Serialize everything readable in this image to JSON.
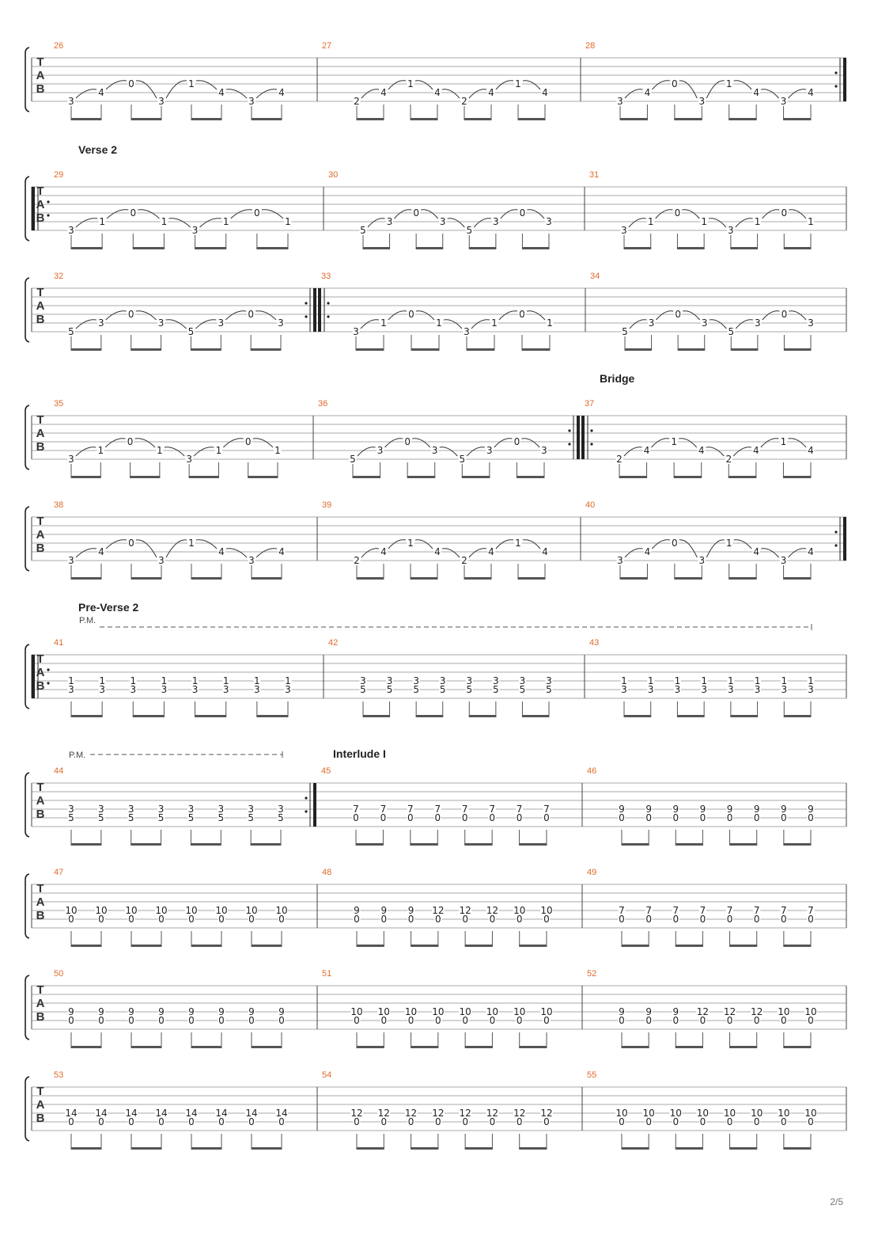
{
  "page_number": "2/5",
  "tab_clef": [
    "T",
    "A",
    "B"
  ],
  "rows": [
    {
      "measures": [
        {
          "num": "26",
          "start": "",
          "end": "",
          "pattern": "p1"
        },
        {
          "num": "27",
          "start": "",
          "end": "",
          "pattern": "p2"
        },
        {
          "num": "28",
          "start": "",
          "end": "repeat_end",
          "pattern": "p1"
        }
      ]
    },
    {
      "section": "Verse 2",
      "measures": [
        {
          "num": "29",
          "start": "repeat_start",
          "end": "",
          "pattern": "p3"
        },
        {
          "num": "30",
          "start": "",
          "end": "",
          "pattern": "p4"
        },
        {
          "num": "31",
          "start": "",
          "end": "",
          "pattern": "p3"
        }
      ]
    },
    {
      "measures": [
        {
          "num": "32",
          "start": "",
          "end": "repeat_end",
          "pattern": "p4"
        },
        {
          "num": "33",
          "start": "repeat_start",
          "end": "",
          "pattern": "p3"
        },
        {
          "num": "34",
          "start": "",
          "end": "",
          "pattern": "p4"
        }
      ]
    },
    {
      "section": "Bridge",
      "section_measure": 2,
      "measures": [
        {
          "num": "35",
          "start": "",
          "end": "",
          "pattern": "p3"
        },
        {
          "num": "36",
          "start": "",
          "end": "repeat_end",
          "pattern": "p4"
        },
        {
          "num": "37",
          "start": "repeat_start",
          "end": "",
          "pattern": "p2"
        }
      ]
    },
    {
      "measures": [
        {
          "num": "38",
          "start": "",
          "end": "",
          "pattern": "p1"
        },
        {
          "num": "39",
          "start": "",
          "end": "",
          "pattern": "p2"
        },
        {
          "num": "40",
          "start": "",
          "end": "repeat_end",
          "pattern": "p1"
        }
      ]
    },
    {
      "section": "Pre-Verse 2",
      "pm": "P.M.",
      "measures": [
        {
          "num": "41",
          "start": "repeat_start",
          "end": "",
          "chord": [
            "1",
            "3"
          ]
        },
        {
          "num": "42",
          "start": "",
          "end": "",
          "chord": [
            "3",
            "5"
          ]
        },
        {
          "num": "43",
          "start": "",
          "end": "",
          "chord": [
            "1",
            "3"
          ]
        }
      ]
    },
    {
      "section": "Interlude I",
      "section_measure": 1,
      "pm": "P.M.",
      "measures": [
        {
          "num": "44",
          "start": "",
          "end": "repeat_end",
          "chord": [
            "3",
            "5"
          ]
        },
        {
          "num": "45",
          "start": "",
          "end": "",
          "chord": [
            "7",
            "0"
          ]
        },
        {
          "num": "46",
          "start": "",
          "end": "",
          "chord": [
            "9",
            "0"
          ]
        }
      ]
    },
    {
      "measures": [
        {
          "num": "47",
          "start": "",
          "end": "",
          "chord": [
            "10",
            "0"
          ]
        },
        {
          "num": "48",
          "start": "",
          "end": "",
          "chords": [
            [
              "9",
              "0"
            ],
            [
              "9",
              "0"
            ],
            [
              "9",
              "0"
            ],
            [
              "12",
              "0"
            ],
            [
              "12",
              "0"
            ],
            [
              "12",
              "0"
            ],
            [
              "10",
              "0"
            ],
            [
              "10",
              "0"
            ]
          ]
        },
        {
          "num": "49",
          "start": "",
          "end": "",
          "chord": [
            "7",
            "0"
          ]
        }
      ]
    },
    {
      "measures": [
        {
          "num": "50",
          "start": "",
          "end": "",
          "chord": [
            "9",
            "0"
          ]
        },
        {
          "num": "51",
          "start": "",
          "end": "",
          "chord": [
            "10",
            "0"
          ]
        },
        {
          "num": "52",
          "start": "",
          "end": "",
          "chords": [
            [
              "9",
              "0"
            ],
            [
              "9",
              "0"
            ],
            [
              "9",
              "0"
            ],
            [
              "12",
              "0"
            ],
            [
              "12",
              "0"
            ],
            [
              "12",
              "0"
            ],
            [
              "10",
              "0"
            ],
            [
              "10",
              "0"
            ]
          ]
        }
      ]
    },
    {
      "measures": [
        {
          "num": "53",
          "start": "",
          "end": "",
          "chord": [
            "14",
            "0"
          ]
        },
        {
          "num": "54",
          "start": "",
          "end": "",
          "chord": [
            "12",
            "0"
          ]
        },
        {
          "num": "55",
          "start": "",
          "end": "",
          "chord": [
            "10",
            "0"
          ]
        }
      ]
    }
  ],
  "patterns": {
    "p1": [
      {
        "s": 5,
        "f": "3"
      },
      {
        "s": 4,
        "f": "4"
      },
      {
        "s": 3,
        "f": "0"
      },
      {
        "s": 5,
        "f": "3"
      },
      {
        "s": 3,
        "f": "1"
      },
      {
        "s": 4,
        "f": "4"
      },
      {
        "s": 5,
        "f": "3"
      },
      {
        "s": 4,
        "f": "4"
      }
    ],
    "p2": [
      {
        "s": 5,
        "f": "2"
      },
      {
        "s": 4,
        "f": "4"
      },
      {
        "s": 3,
        "f": "1"
      },
      {
        "s": 4,
        "f": "4"
      },
      {
        "s": 5,
        "f": "2"
      },
      {
        "s": 4,
        "f": "4"
      },
      {
        "s": 3,
        "f": "1"
      },
      {
        "s": 4,
        "f": "4"
      }
    ],
    "p3": [
      {
        "s": 5,
        "f": "3"
      },
      {
        "s": 4,
        "f": "1"
      },
      {
        "s": 3,
        "f": "0"
      },
      {
        "s": 4,
        "f": "1"
      },
      {
        "s": 5,
        "f": "3"
      },
      {
        "s": 4,
        "f": "1"
      },
      {
        "s": 3,
        "f": "0"
      },
      {
        "s": 4,
        "f": "1"
      }
    ],
    "p4": [
      {
        "s": 5,
        "f": "5"
      },
      {
        "s": 4,
        "f": "3"
      },
      {
        "s": 3,
        "f": "0"
      },
      {
        "s": 4,
        "f": "3"
      },
      {
        "s": 5,
        "f": "5"
      },
      {
        "s": 4,
        "f": "3"
      },
      {
        "s": 3,
        "f": "0"
      },
      {
        "s": 4,
        "f": "3"
      }
    ]
  }
}
